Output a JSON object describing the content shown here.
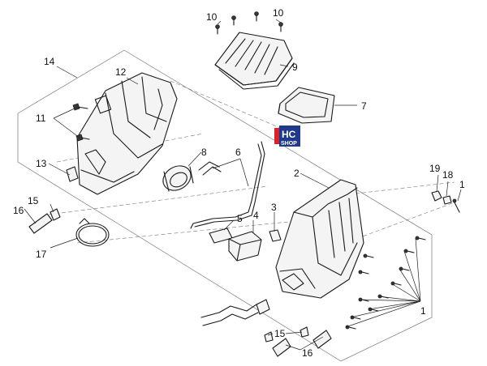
{
  "logo": {
    "hc": "HC",
    "shop": "SHOP",
    "colors": {
      "blue": "#1f3a8a",
      "red": "#d8232a"
    }
  },
  "callouts": {
    "c1a": "1",
    "c1b": "1",
    "c2": "2",
    "c3": "3",
    "c4": "4",
    "c5": "5",
    "c6": "6",
    "c7": "7",
    "c8": "8",
    "c9": "9",
    "c10a": "10",
    "c10b": "10",
    "c11": "11",
    "c12": "12",
    "c13": "13",
    "c14": "14",
    "c15a": "15",
    "c15b": "15",
    "c16a": "16",
    "c16b": "16",
    "c17": "17",
    "c18": "18",
    "c19": "19"
  }
}
